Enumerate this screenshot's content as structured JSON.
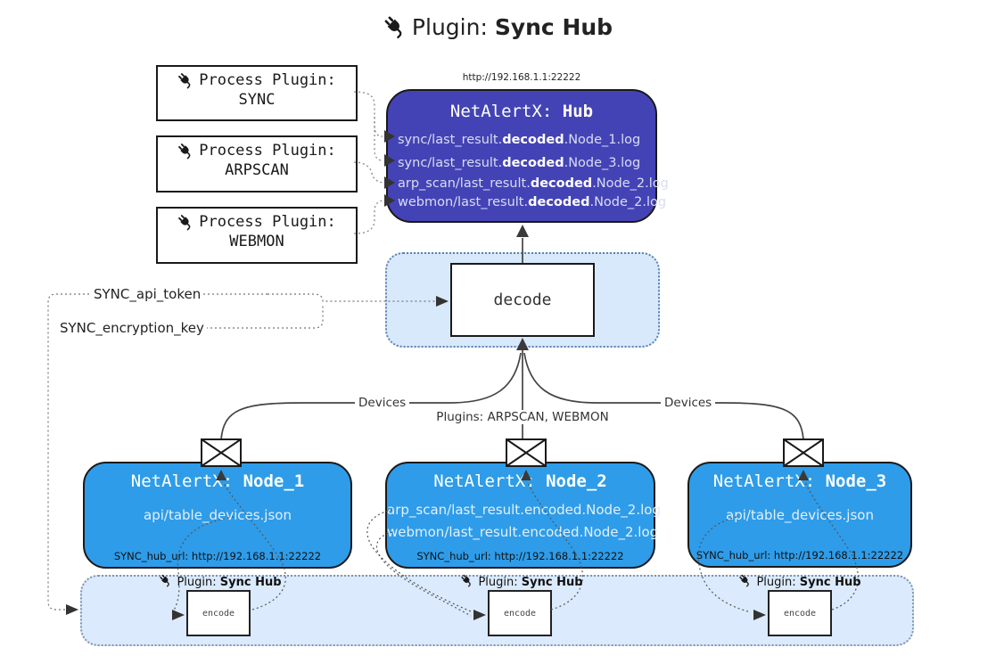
{
  "title": {
    "prefix": "Plugin: ",
    "bold": "Sync Hub"
  },
  "process_plugins": [
    {
      "label": "Process Plugin:",
      "name": "SYNC"
    },
    {
      "label": "Process Plugin:",
      "name": "ARPSCAN"
    },
    {
      "label": "Process Plugin:",
      "name": "WEBMON"
    }
  ],
  "hub": {
    "url": "http://192.168.1.1:22222",
    "title_prefix": "NetAlertX: ",
    "title_bold": "Hub",
    "rows": [
      {
        "pre": "sync/last_result.",
        "bold": "decoded",
        "post": ".Node_1.log"
      },
      {
        "pre": "sync/last_result.",
        "bold": "decoded",
        "post": ".Node_3.log"
      },
      {
        "pre": "arp_scan/last_result.",
        "bold": "decoded",
        "post": ".Node_2.log"
      },
      {
        "pre": "webmon/last_result.",
        "bold": "decoded",
        "post": ".Node_2.log"
      }
    ]
  },
  "decode_label": "decode",
  "settings": {
    "api_token": "SYNC_api_token",
    "encryption_key": "SYNC_encryption_key"
  },
  "edge_labels": {
    "left": "Devices",
    "middle": "Plugins: ARPSCAN, WEBMON",
    "right": "Devices"
  },
  "nodes": [
    {
      "title_prefix": "NetAlertX: ",
      "title_bold": "Node_1",
      "files": [
        "api/table_devices.json"
      ],
      "hub_url": "SYNC_hub_url: http://192.168.1.1:22222"
    },
    {
      "title_prefix": "NetAlertX: ",
      "title_bold": "Node_2",
      "files": [
        "arp_scan/last_result.encoded.Node_2.log",
        "webmon/last_result.encoded.Node_2.log"
      ],
      "hub_url": "SYNC_hub_url: http://192.168.1.1:22222"
    },
    {
      "title_prefix": "NetAlertX: ",
      "title_bold": "Node_3",
      "files": [
        "api/table_devices.json"
      ],
      "hub_url": "SYNC_hub_url: http://192.168.1.1:22222"
    }
  ],
  "encode_sections": [
    {
      "plugin_prefix": "Plugin: ",
      "plugin_bold": "Sync Hub",
      "encode_label": "encode"
    },
    {
      "plugin_prefix": "Plugin: ",
      "plugin_bold": "Sync Hub",
      "encode_label": "encode"
    },
    {
      "plugin_prefix": "Plugin: ",
      "plugin_bold": "Sync Hub",
      "encode_label": "encode"
    }
  ],
  "colors": {
    "hub_fill": "#4443b5",
    "node_fill": "#2e9ce9",
    "decode_panel_fill": "#d8e9fb",
    "encode_panel_fill": "#dbeafc",
    "box_border": "#1a1a1a"
  }
}
